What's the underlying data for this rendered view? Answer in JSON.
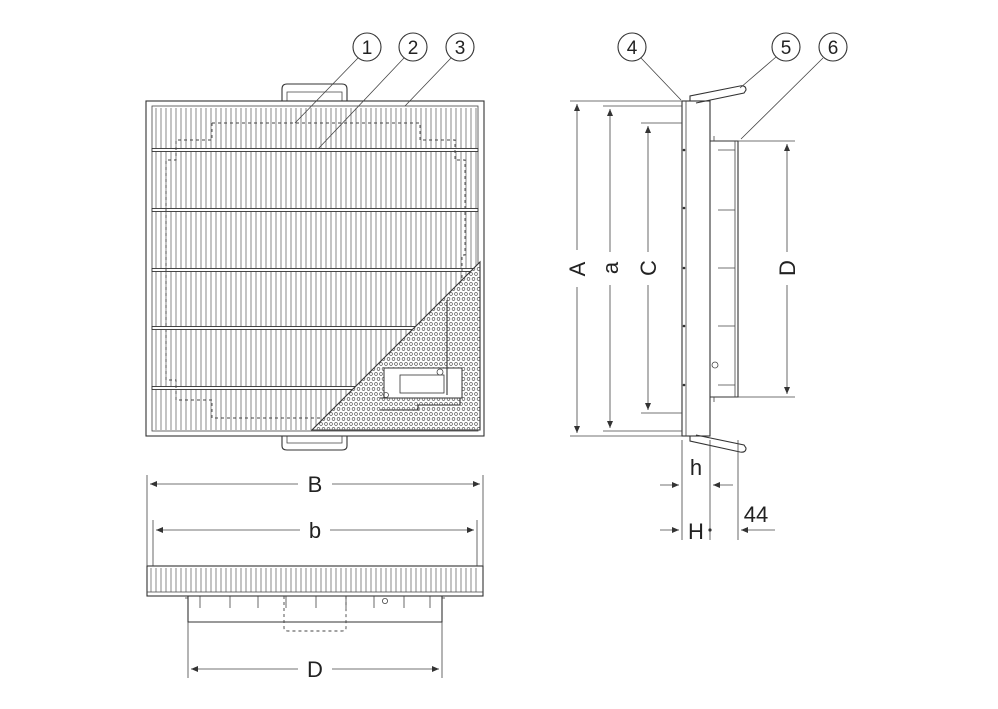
{
  "callouts": [
    "1",
    "2",
    "3",
    "4",
    "5",
    "6"
  ],
  "dimensions": {
    "A": "A",
    "a": "a",
    "B": "B",
    "b": "b",
    "C": "C",
    "D_side": "D",
    "D_bottom": "D",
    "h": "h",
    "H": "H",
    "offset": "44"
  },
  "colors": {
    "line": "#333333",
    "background": "#ffffff"
  }
}
